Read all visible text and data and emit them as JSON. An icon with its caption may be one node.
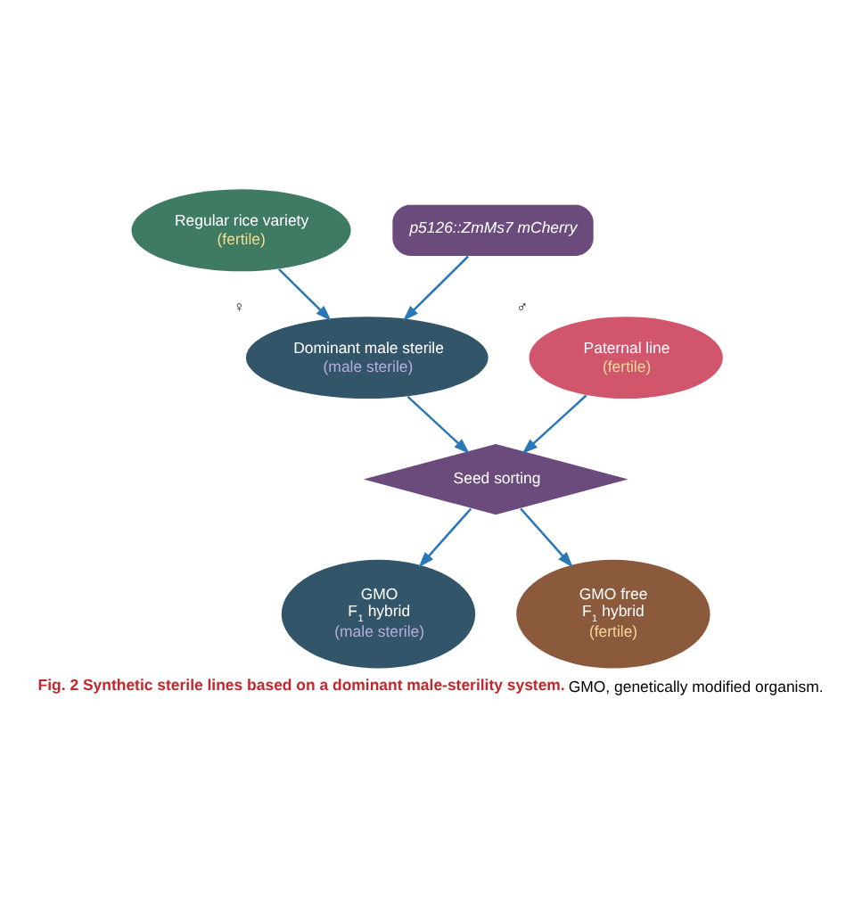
{
  "diagram": {
    "caption": "**Fig. 2 Synthetic sterile lines based on a dominant male-sterility system.** GMO, genetically modified organism.",
    "nodes": [
      {
        "text": [
          "Regular rice variety",
          "(fertile)"
        ]
      },
      {
        "text": [
          "p5126::ZmMs7 mCherry"
        ]
      },
      {
        "text": [
          "Dominant male sterile",
          "(male sterile)"
        ],
        "beside": [
          "♀"
        ]
      },
      {
        "text": [
          "Paternal line",
          "(fertile)"
        ],
        "beside": [
          "♂"
        ]
      },
      {
        "text": [
          "Seed sorting"
        ]
      },
      {
        "text": [
          "GMO",
          "F$_{1}$ hybrid",
          "(male sterile)"
        ]
      },
      {
        "text": [
          "GMO free",
          "F$_{1}$ hybrid",
          "(fertile)"
        ]
      }
    ],
    "edges": [
      {
        "from": 0,
        "to": 2,
        "arrow": "to"
      },
      {
        "from": 1,
        "to": 2,
        "arrow": "to"
      },
      {
        "from": 2,
        "to": 4,
        "arrow": "to"
      },
      {
        "from": 3,
        "to": 4,
        "arrow": "to"
      },
      {
        "from": 4,
        "to": 5,
        "arrow": "to"
      },
      {
        "from": 4,
        "to": 6,
        "arrow": "to"
      }
    ]
  }
}
